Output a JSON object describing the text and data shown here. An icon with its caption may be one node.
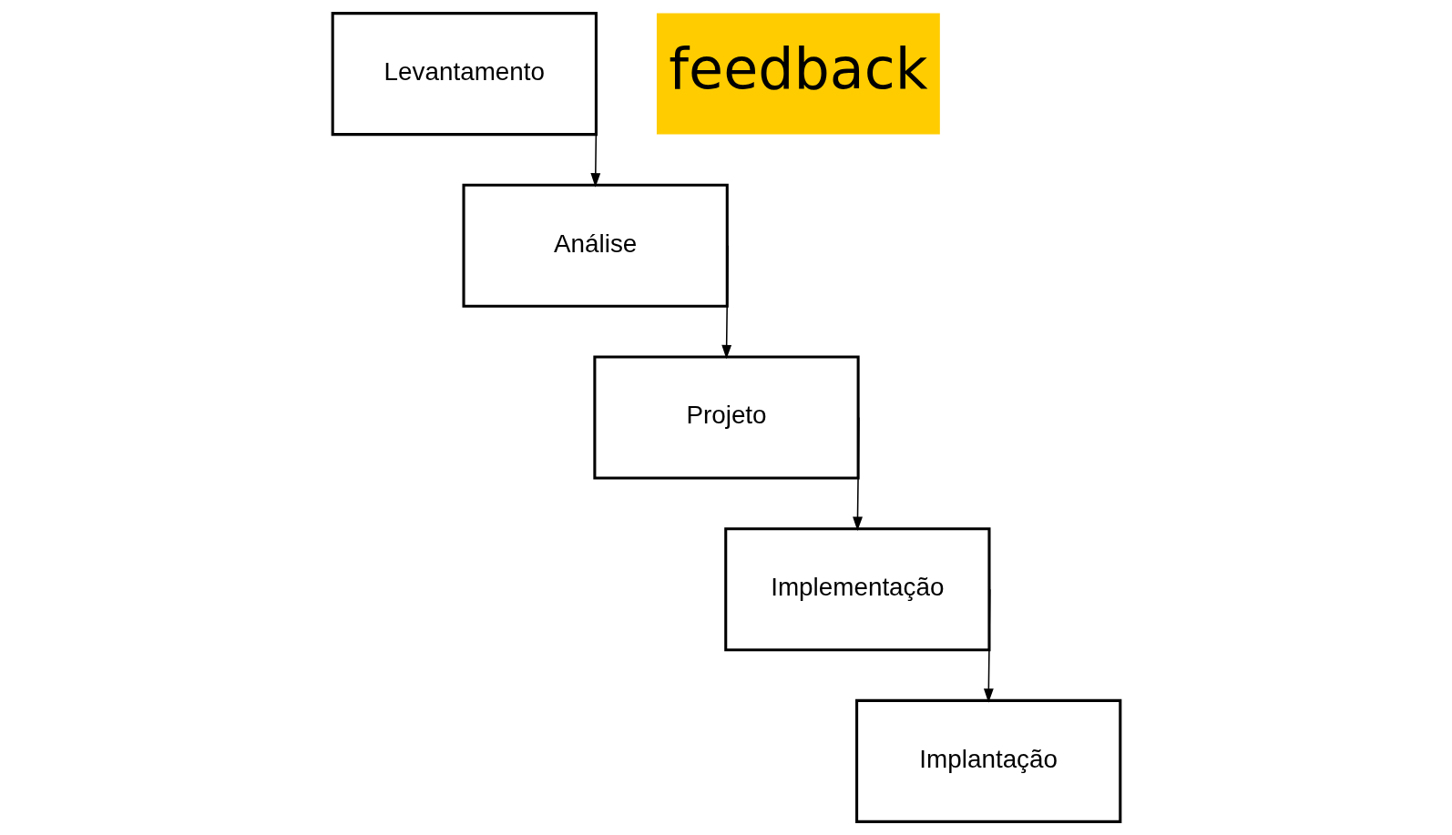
{
  "diagram": {
    "nodes": [
      {
        "text": [
          "Levantamento"
        ]
      },
      {
        "text": [
          "Análise"
        ]
      },
      {
        "text": [
          "Projeto"
        ]
      },
      {
        "text": [
          "Implementação"
        ]
      },
      {
        "text": [
          "Implantação"
        ]
      }
    ],
    "edges": [
      {
        "from": 0,
        "to": 1,
        "arrow": "to"
      },
      {
        "from": 1,
        "to": 2,
        "arrow": "to"
      },
      {
        "from": 2,
        "to": 3,
        "arrow": "to"
      },
      {
        "from": 3,
        "to": 4,
        "arrow": "to"
      }
    ],
    "labels": [
      "feedback"
    ]
  }
}
